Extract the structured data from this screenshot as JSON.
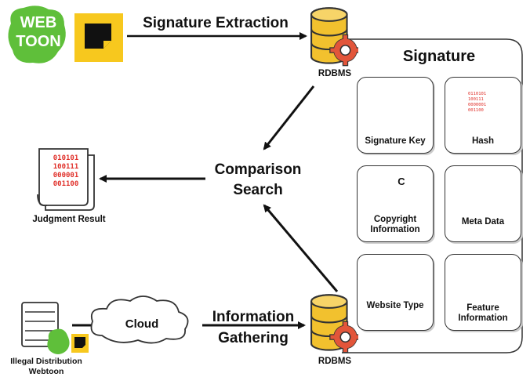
{
  "top": {
    "logo_text_1": "WEB",
    "logo_text_2": "TOON",
    "arrow_label": "Signature Extraction",
    "db_label": "RDBMS"
  },
  "signature_panel": {
    "title": "Signature",
    "cards": [
      {
        "label": "Signature Key",
        "icon": "key-icon"
      },
      {
        "label": "Hash",
        "icon": "hash-document-icon"
      },
      {
        "label": "Copyright Information",
        "icon": "copyright-document-icon"
      },
      {
        "label": "Meta Data",
        "icon": "metadata-icon"
      },
      {
        "label": "Website Type",
        "icon": "computer-icon"
      },
      {
        "label": "Feature Information",
        "icon": "feature-search-icon"
      }
    ],
    "hash_lines": [
      "0110101",
      "100111",
      "0000001",
      "001100"
    ]
  },
  "middle": {
    "comparison_line1": "Comparison",
    "comparison_line2": "Search",
    "result_label": "Judgment Result",
    "result_lines": [
      "010101",
      "100111",
      "000001",
      "001100"
    ]
  },
  "bottom": {
    "illegal_line1": "Illegal Distribution",
    "illegal_line2": "Webtoon",
    "cloud_label": "Cloud",
    "arrow_line1": "Information",
    "arrow_line2": "Gathering",
    "db_label": "RDBMS"
  },
  "colors": {
    "webtoon_green": "#5fbf3a",
    "yellow": "#f7c81e",
    "db_yellow": "#f2c12e",
    "gear_red": "#e2553a",
    "binary_red": "#e0302a"
  }
}
